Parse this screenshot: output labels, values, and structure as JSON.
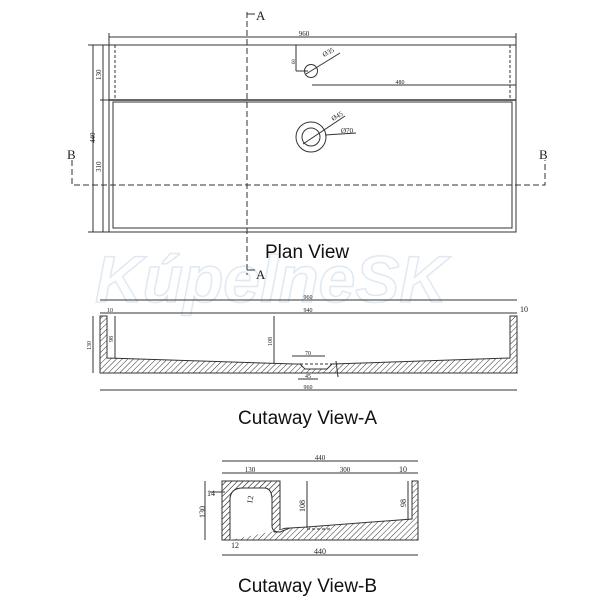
{
  "watermark": "KúpelneSK",
  "plan_view": {
    "title": "Plan View",
    "section_a": "A",
    "section_b": "B",
    "dims": {
      "width": "960",
      "depth": "440",
      "deck": "130",
      "basin": "310",
      "tap_offset": "60",
      "tap_x": "480",
      "tap_hole": "Ø35",
      "drain_inner": "Ø45",
      "drain_outer": "Ø70"
    }
  },
  "cutaway_a": {
    "title": "Cutaway View-A",
    "dims": {
      "top_width": "960",
      "inner_width": "940",
      "wall_left": "10",
      "wall_right": "10",
      "height": "130",
      "depth_side": "98",
      "depth_center": "108",
      "drain_top": "70",
      "drain_bottom": "45",
      "bottom_width": "960"
    }
  },
  "cutaway_b": {
    "title": "Cutaway View-B",
    "dims": {
      "top_width": "440",
      "deck": "130",
      "basin": "300",
      "wall": "10",
      "height": "130",
      "lip": "14",
      "radius": "12",
      "depth_center": "108",
      "depth_side": "98",
      "base": "12",
      "bottom_width": "440"
    }
  }
}
